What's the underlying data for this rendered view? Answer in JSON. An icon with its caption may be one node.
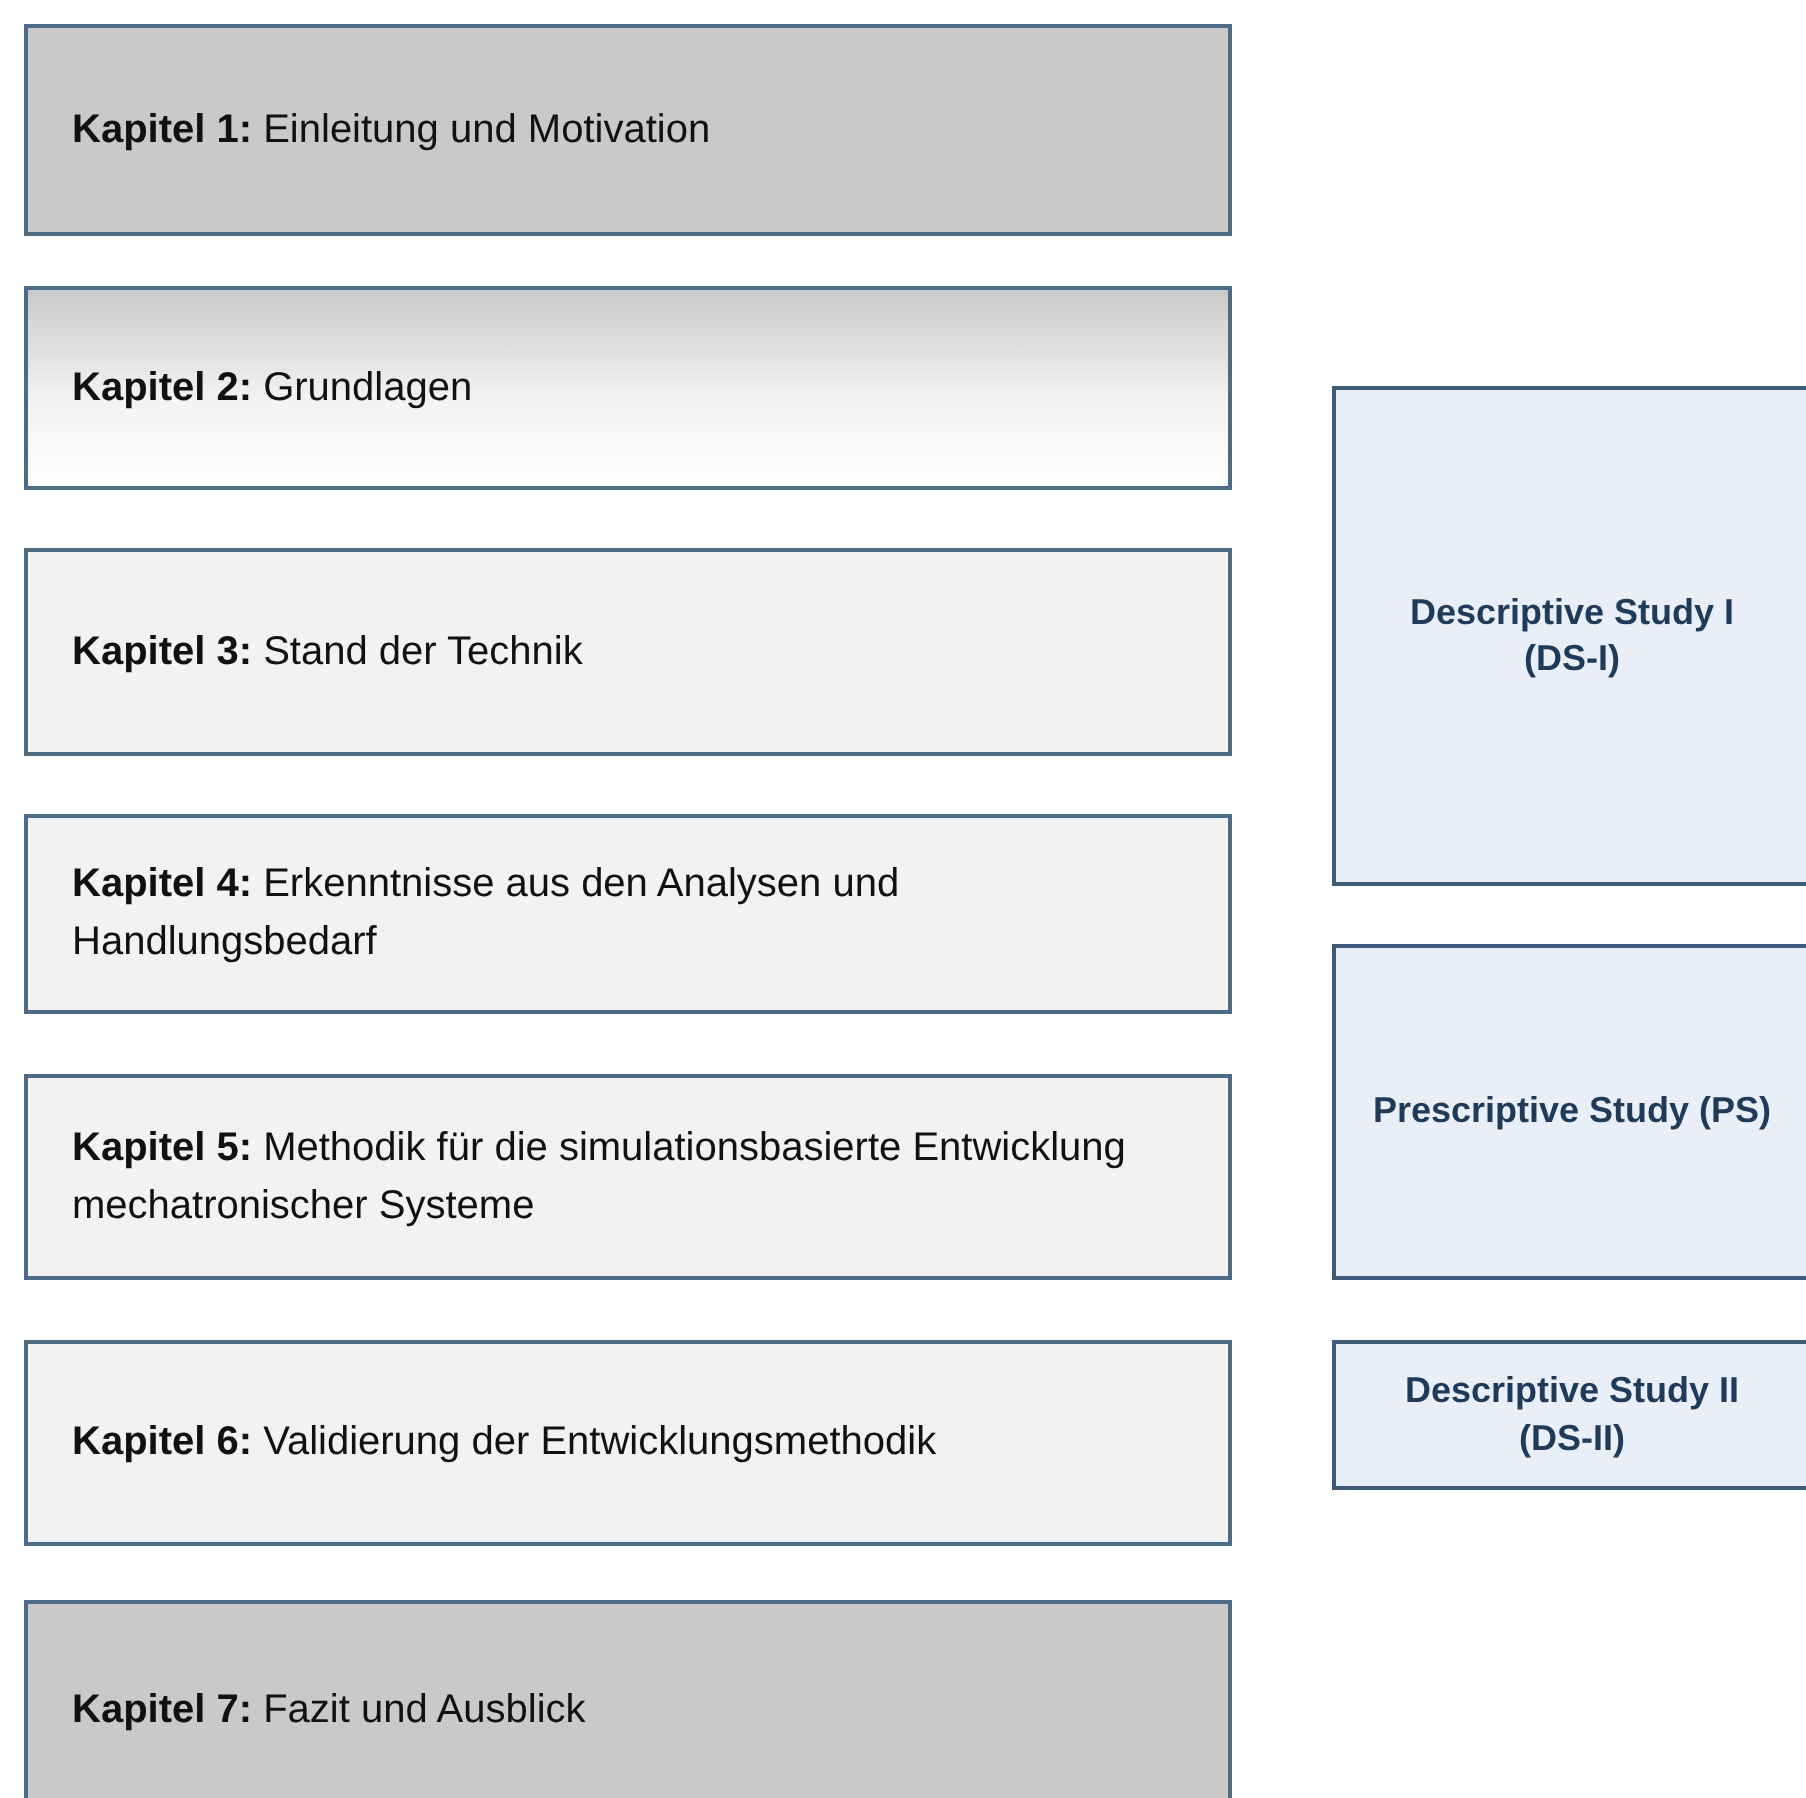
{
  "diagram": {
    "nodes": [
      {
        "text": [
          "**Kapitel 1:** Einleitung und Motivation"
        ]
      },
      {
        "text": [
          "**Kapitel 2:** Grundlagen"
        ]
      },
      {
        "text": [
          "**Kapitel 3:** Stand der Technik"
        ]
      },
      {
        "text": [
          "**Kapitel 4:** Erkenntnisse aus den Analysen und Handlungsbedarf"
        ]
      },
      {
        "text": [
          "**Kapitel 5:** Methodik für die simulationsbasierte Entwicklung mechatronischer Systeme"
        ]
      },
      {
        "text": [
          "**Kapitel 6:** Validierung der Entwicklungsmethodik"
        ]
      },
      {
        "text": [
          "**Kapitel 7:** Fazit und Ausblick"
        ]
      },
      {
        "text": [
          "Descriptive Study I (DS-I)"
        ]
      },
      {
        "text": [
          "Prescriptive Study (PS)"
        ]
      },
      {
        "text": [
          "Descriptive Study II (DS-II)"
        ]
      }
    ]
  }
}
